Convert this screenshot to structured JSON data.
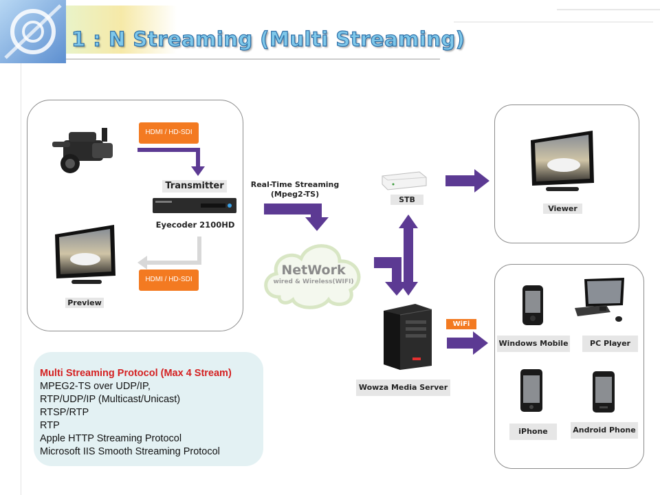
{
  "slide": {
    "title": "1 : N Streaming (Multi Streaming)"
  },
  "source_panel": {
    "interface_top": "HDMI / HD-SDI",
    "interface_bottom": "HDMI / HD-SDI",
    "transmitter_label": "Transmitter",
    "device_model": "Eyecoder 2100HD",
    "preview_label": "Preview"
  },
  "network": {
    "streaming_label_line1": "Real-Time Streaming",
    "streaming_label_line2": "(Mpeg2-TS)",
    "cloud_title": "NetWork",
    "cloud_subtitle": "wired & Wireless(WIFI)"
  },
  "devices": {
    "stb_label": "STB",
    "viewer_label": "Viewer",
    "server_label": "Wowza Media Server",
    "wifi_label": "WiFi",
    "windows_mobile_label": "Windows Mobile",
    "pc_player_label": "PC Player",
    "iphone_label": "iPhone",
    "android_label": "Android Phone"
  },
  "protocols": {
    "title": "Multi Streaming Protocol (Max 4 Stream)",
    "items": [
      "MPEG2-TS over UDP/IP,",
      "RTP/UDP/IP (Multicast/Unicast)",
      "RTSP/RTP",
      "RTP",
      "Apple HTTP Streaming Protocol",
      "Microsoft IIS Smooth Streaming Protocol"
    ]
  },
  "colors": {
    "arrow": "#5c3a93",
    "badge": "#f37a21",
    "protocol_title": "#d42020",
    "protocol_bg": "#e3f1f3"
  }
}
